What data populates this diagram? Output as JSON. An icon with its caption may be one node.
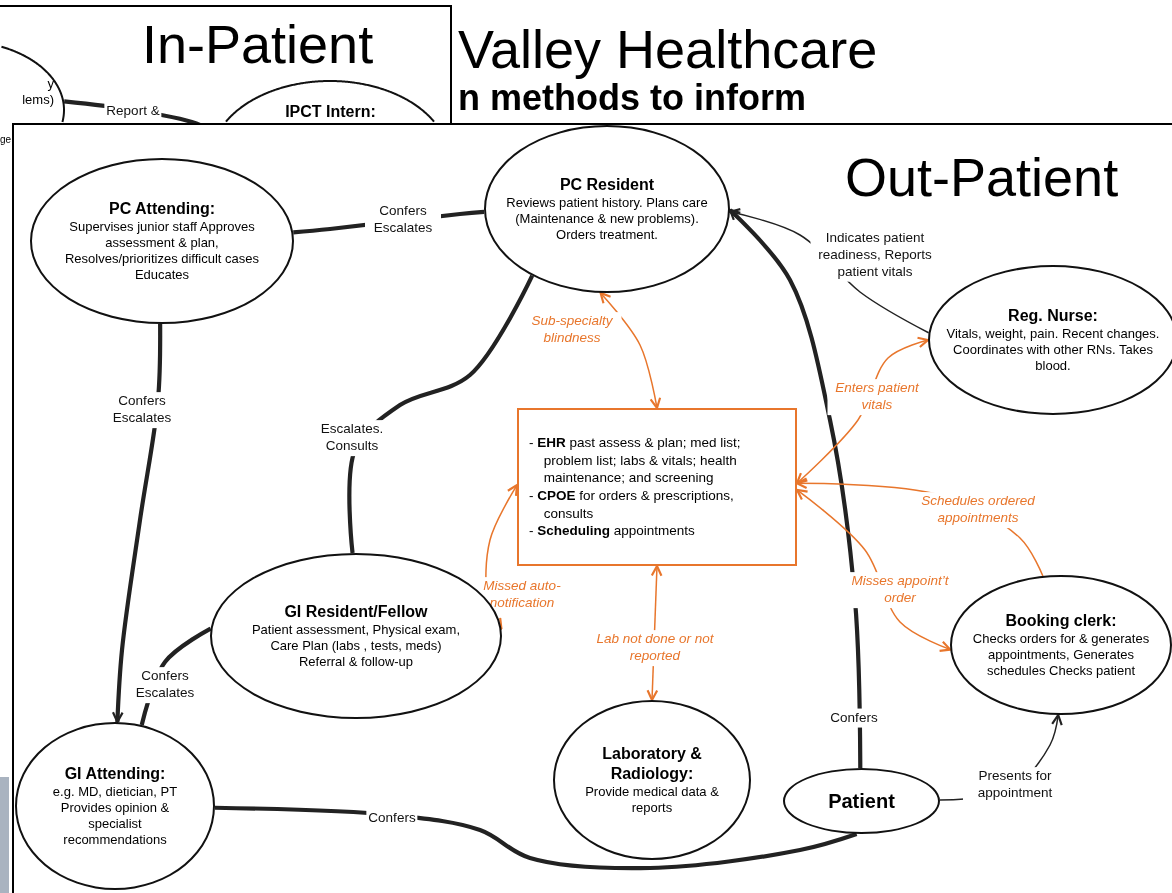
{
  "diagram": {
    "nodes": [
      {
        "text": [
          "In-Patient"
        ]
      },
      {
        "text": [
          "y lems)"
        ],
        "in": 0
      },
      {
        "text": [
          "IPCT Intern:"
        ],
        "in": 0
      },
      {
        "text": [
          "Out-Patient"
        ]
      },
      {
        "text": [
          "PC Attending:",
          "Supervises junior staff Approves assessment & plan, Resolves/prioritizes difficult cases Educates"
        ],
        "in": 3
      },
      {
        "text": [
          "PC Resident",
          "Reviews patient history. Plans care (Maintenance & new problems). Orders treatment."
        ],
        "in": 3
      },
      {
        "text": [
          "Reg. Nurse:",
          "Vitals, weight, pain. Recent changes. Coordinates with other RNs. Takes blood."
        ],
        "in": 3
      },
      {
        "text": [
          "- **EHR** past assess & plan; med list; problem list; labs & vitals; health maintenance; and screening",
          "- **CPOE** for orders & prescriptions, consults",
          "- **Scheduling** appointments"
        ],
        "in": 3
      },
      {
        "text": [
          "GI Resident/Fellow",
          "Patient  assessment, Physical exam, Care Plan (labs , tests, meds) Referral & follow-up"
        ],
        "in": 3
      },
      {
        "text": [
          "Laboratory & Radiology:",
          "Provide medical data & reports"
        ],
        "in": 3
      },
      {
        "text": [
          "Patient"
        ],
        "in": 3
      },
      {
        "text": [
          "Booking clerk:",
          "Checks orders for & generates appointments, Generates schedules Checks patient"
        ],
        "in": 3
      },
      {
        "text": [
          "GI Attending:",
          "e.g. MD, dietician, PT Provides opinion & specialist recommendations"
        ],
        "in": 3
      }
    ],
    "edges": [
      {
        "from": 4,
        "to": 5,
        "arrow": "none",
        "label": "Confers Escalates",
        "style": "thick"
      },
      {
        "from": 4,
        "to": 12,
        "arrow": "to",
        "label": "Confers Escalates",
        "style": "thick"
      },
      {
        "from": 5,
        "to": 8,
        "arrow": "none",
        "label": "Escalates. Consults",
        "style": "thick"
      },
      {
        "from": 8,
        "to": 12,
        "arrow": "none",
        "label": "Confers Escalates",
        "style": "thick"
      },
      {
        "from": 12,
        "to": 10,
        "arrow": "none",
        "label": "Confers",
        "style": "thick"
      },
      {
        "from": 10,
        "to": 5,
        "arrow": "to",
        "label": "Confers",
        "style": "thick"
      },
      {
        "from": 6,
        "to": 5,
        "arrow": "to",
        "label": "Indicates patient readiness, Reports patient vitals"
      },
      {
        "from": 10,
        "to": 11,
        "arrow": "to",
        "label": "Presents for appointment"
      },
      {
        "from": 7,
        "to": 5,
        "arrow": "both",
        "label": "Sub-specialty blindness",
        "color": "#e8762c"
      },
      {
        "from": 7,
        "to": 8,
        "arrow": "both",
        "label": "Missed auto-notification",
        "color": "#e8762c"
      },
      {
        "from": 7,
        "to": 9,
        "arrow": "both",
        "label": "Lab not done or not reported",
        "color": "#e8762c"
      },
      {
        "from": 7,
        "to": 6,
        "arrow": "both",
        "label": "Enters patient vitals",
        "color": "#e8762c"
      },
      {
        "from": 11,
        "to": 7,
        "arrow": "to",
        "label": "Schedules ordered appointments",
        "color": "#e8762c"
      },
      {
        "from": 7,
        "to": 11,
        "arrow": "both",
        "label": "Misses appoint’t order",
        "color": "#e8762c"
      },
      {
        "from": 1,
        "to": 2,
        "arrow": "none",
        "label": "Report &",
        "style": "thick"
      }
    ],
    "labels": [
      "Valley Healthcare",
      "n methods to inform",
      "ge"
    ]
  }
}
